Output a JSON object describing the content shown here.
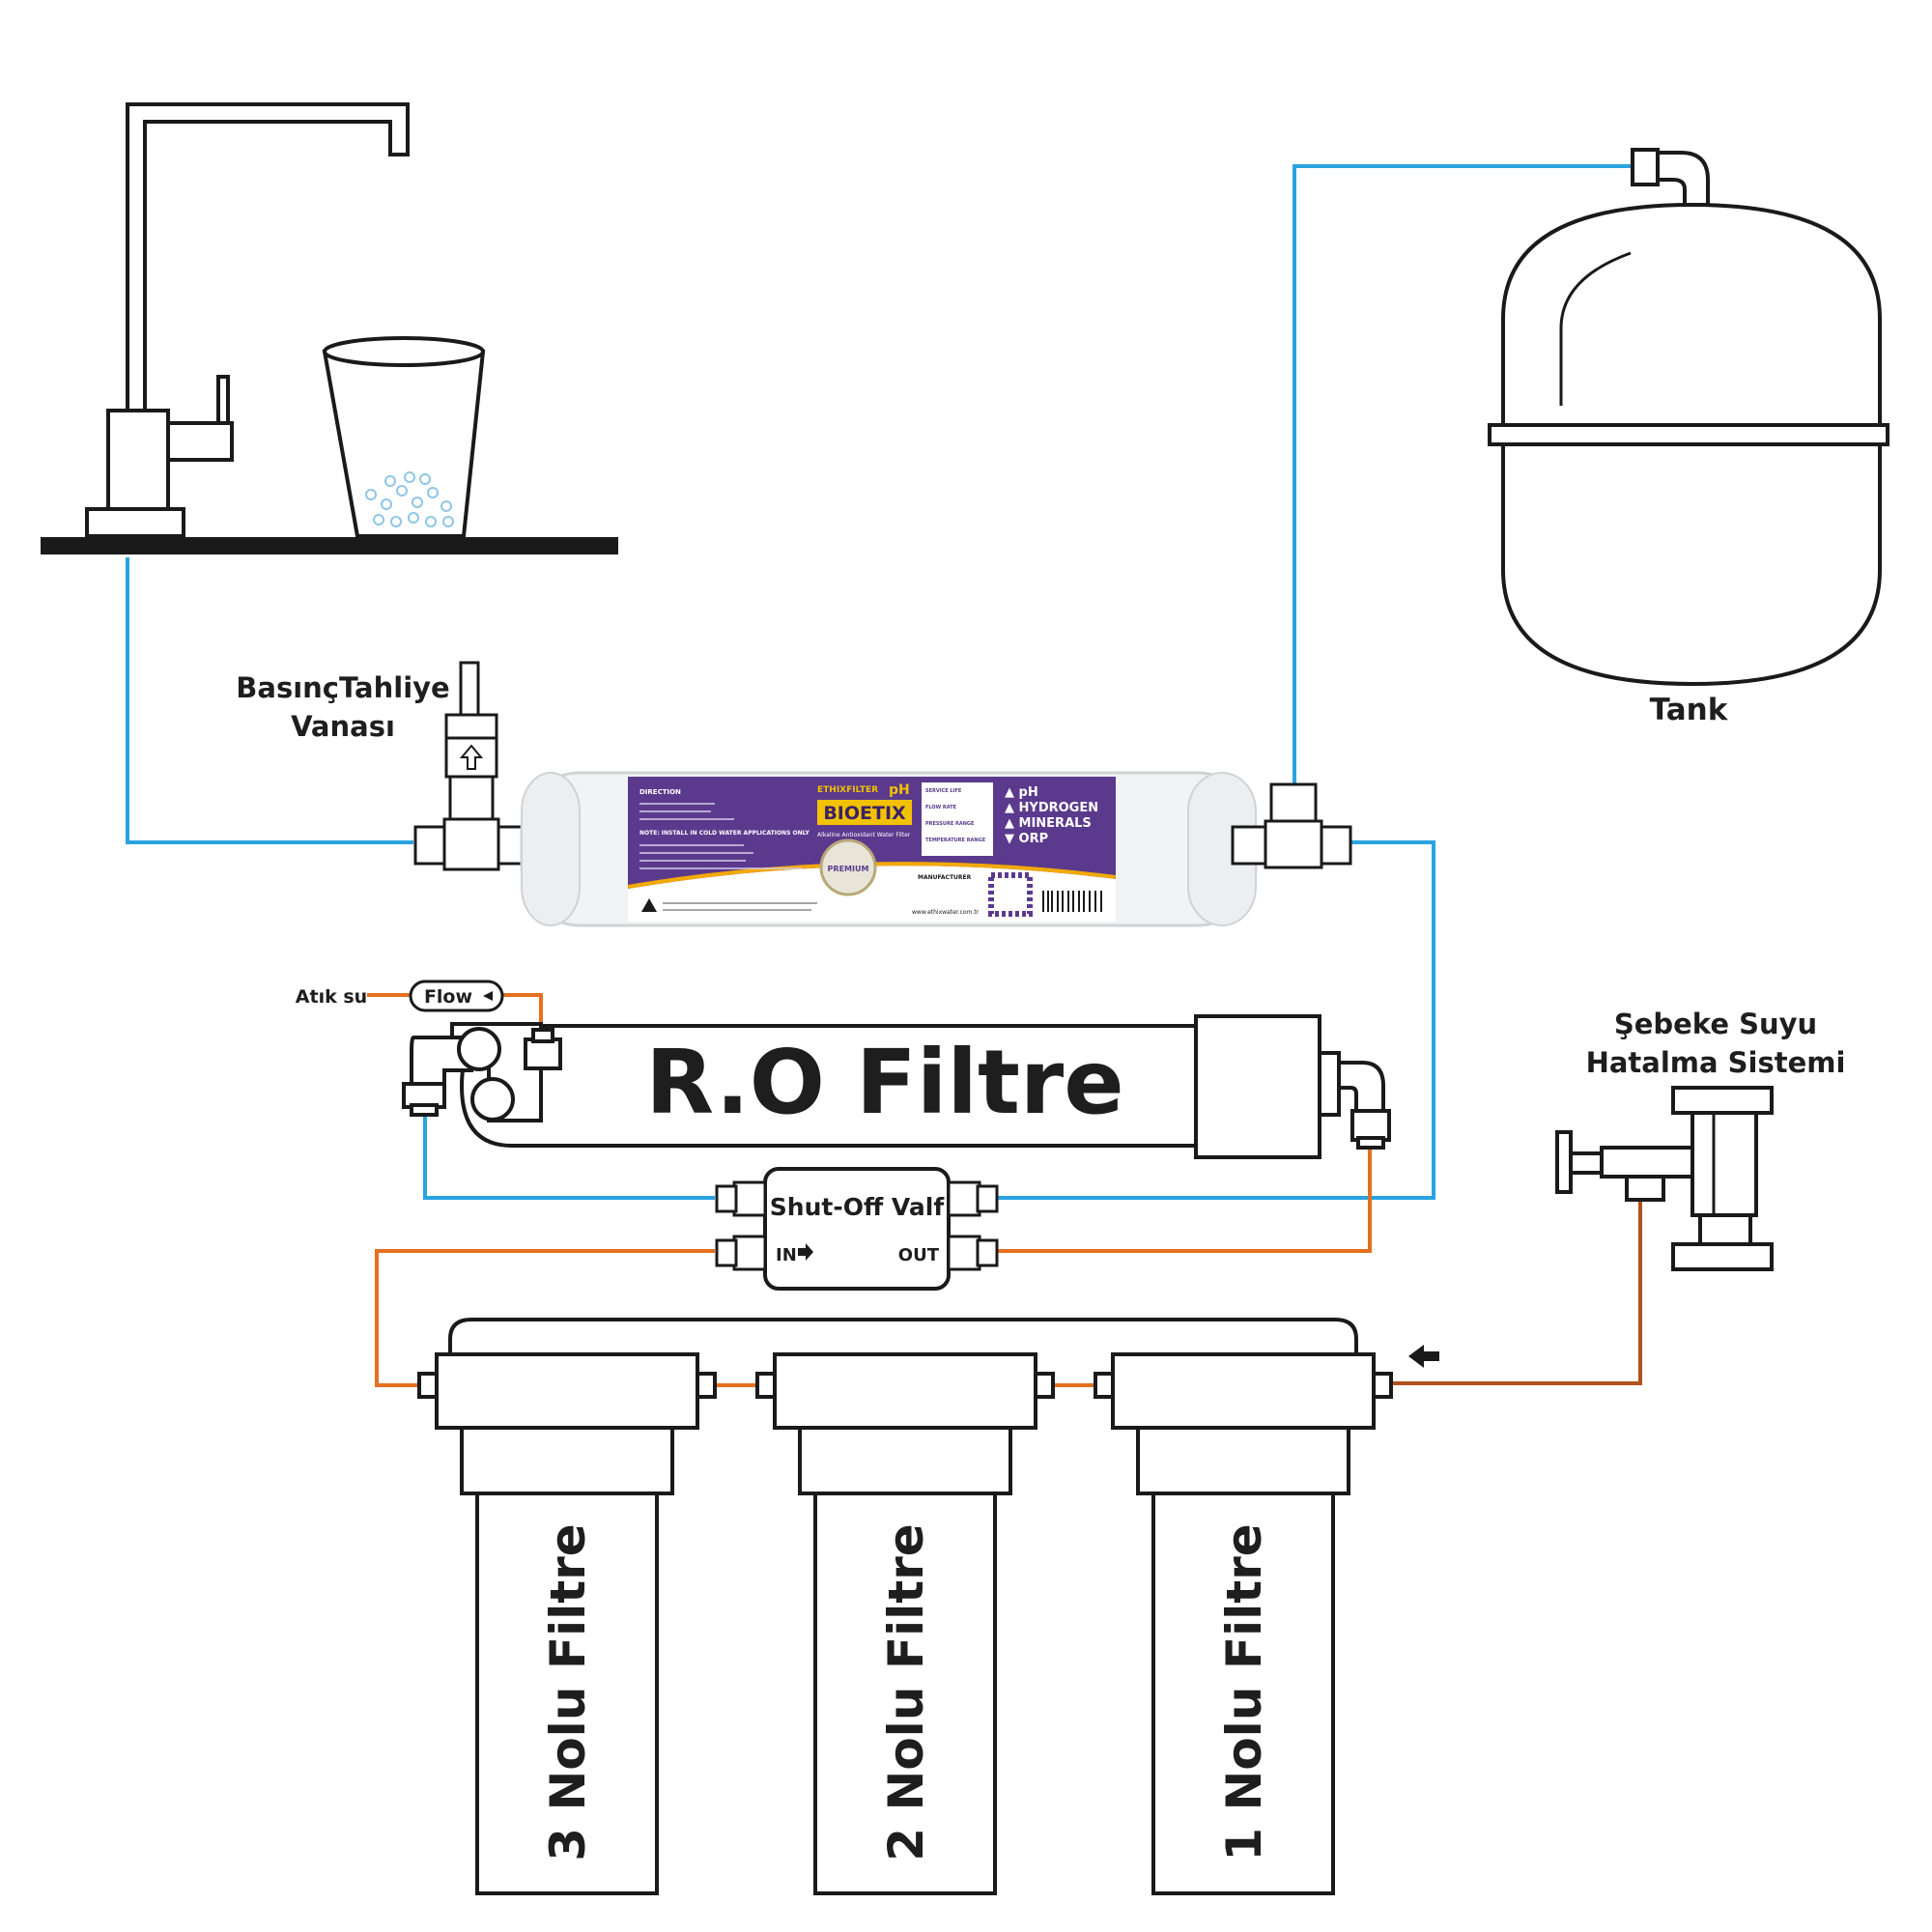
{
  "labels": {
    "pressure_valve_line1": "BasınçTahliye",
    "pressure_valve_line2": "Vanası",
    "tank": "Tank",
    "waste_water": "Atık su",
    "flow": "Flow",
    "ro_filter": "R.O Filtre",
    "shutoff_valve": "Shut-Off Valf",
    "valve_in": "IN",
    "valve_out": "OUT",
    "mains_line1": "Şebeke Suyu",
    "mains_line2": "Hatalma Sistemi",
    "filter_3": "3 Nolu Filtre",
    "filter_2": "2 Nolu Filtre",
    "filter_1": "1 Nolu Filtre"
  },
  "bioetix_label": {
    "brand": "ETHIXFILTER",
    "product": "BIOETIX",
    "ph_tag": "pH",
    "subtitle": "Alkaline Antioxidant Water Filter",
    "features": [
      "▲ pH",
      "▲ HYDROGEN",
      "▲ MINERALS",
      "▼ ORP"
    ],
    "direction_title": "DIRECTION",
    "note_title": "NOTE: INSTALL IN COLD WATER APPLICATIONS ONLY",
    "service_life": "SERVICE LIFE",
    "flow_rate": "FLOW RATE",
    "pressure_range": "PRESSURE RANGE",
    "temperature_range": "TEMPERATURE RANGE",
    "manufacturer": "MANUFACTURER",
    "badge": "PREMIUM",
    "website": "www.ethixwater.com.tr"
  },
  "colors": {
    "purified_line": "#2aa3e0",
    "waste_line": "#e57020",
    "inlet_line": "#b0521c",
    "label_purple": "#5b3a8e",
    "label_yellow": "#f2c200",
    "outline": "#1a1a1a"
  }
}
